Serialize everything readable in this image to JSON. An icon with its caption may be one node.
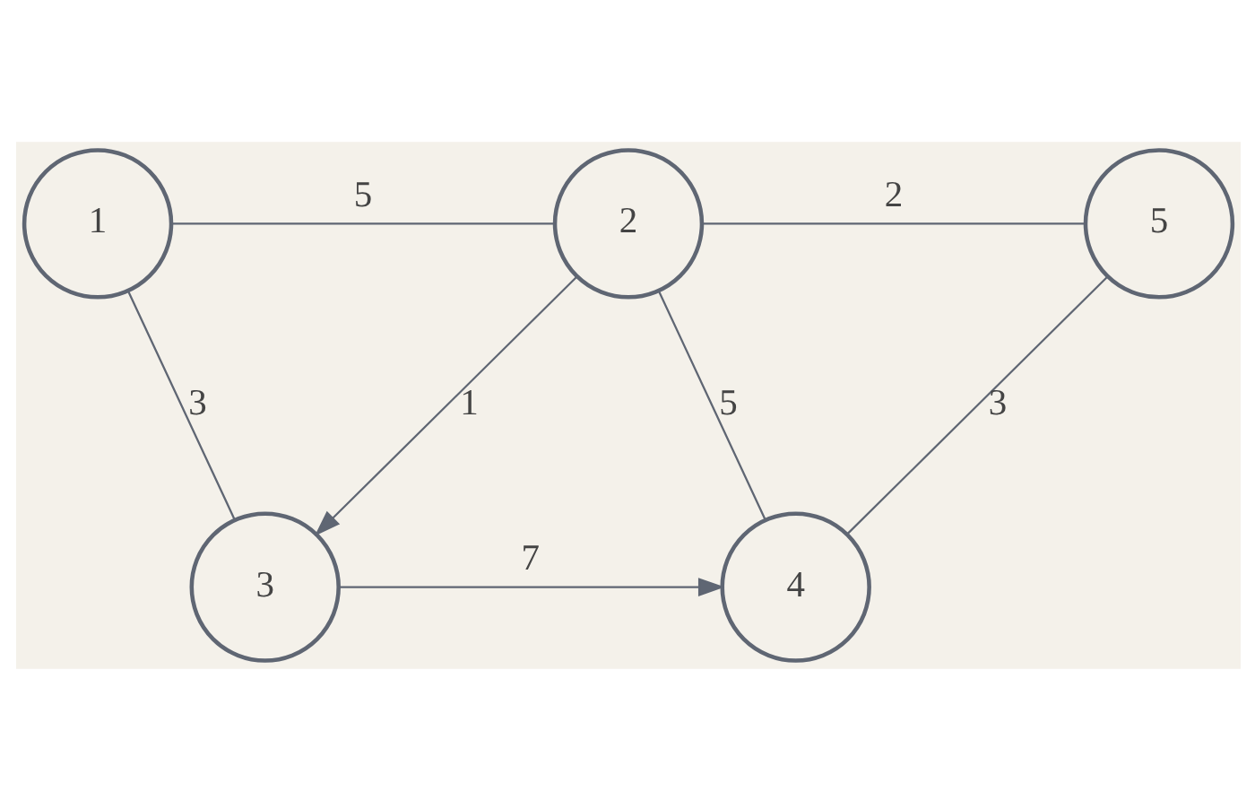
{
  "diagram": {
    "nodes": [
      {
        "text": [
          "1"
        ]
      },
      {
        "text": [
          "2"
        ]
      },
      {
        "text": [
          "3"
        ]
      },
      {
        "text": [
          "4"
        ]
      },
      {
        "text": [
          "5"
        ]
      }
    ],
    "edges": [
      {
        "from": 0,
        "to": 1,
        "arrow": "none",
        "label": "5"
      },
      {
        "from": 1,
        "to": 4,
        "arrow": "none",
        "label": "2"
      },
      {
        "from": 0,
        "to": 2,
        "arrow": "none",
        "label": "3"
      },
      {
        "from": 1,
        "to": 2,
        "arrow": "to",
        "label": "1"
      },
      {
        "from": 1,
        "to": 3,
        "arrow": "none",
        "label": "5"
      },
      {
        "from": 4,
        "to": 3,
        "arrow": "none",
        "label": "3"
      },
      {
        "from": 2,
        "to": 3,
        "arrow": "to",
        "label": "7"
      }
    ]
  }
}
